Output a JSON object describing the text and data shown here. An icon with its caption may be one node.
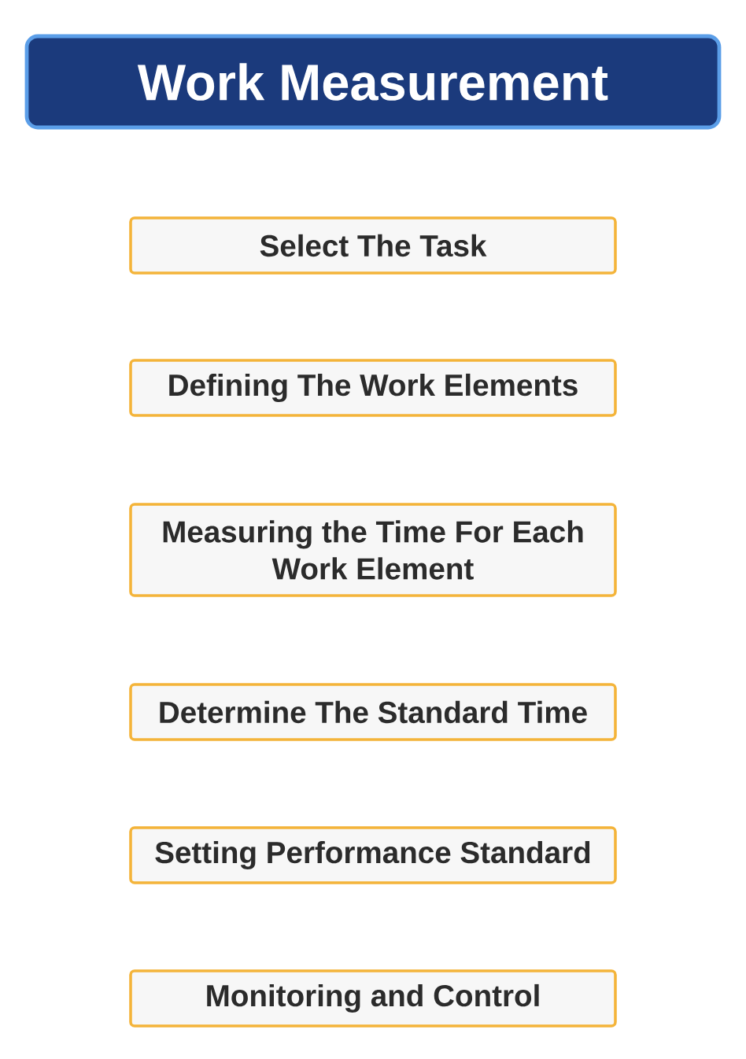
{
  "diagram": {
    "title": "Work Measurement",
    "nodes": [
      {
        "text": [
          "Select The Task"
        ]
      },
      {
        "text": [
          "Defining The Work Elements"
        ]
      },
      {
        "text": [
          "Measuring the Time For Each Work Element"
        ]
      },
      {
        "text": [
          "Determine The Standard Time"
        ]
      },
      {
        "text": [
          "Setting Performance Standard"
        ]
      },
      {
        "text": [
          "Monitoring and Control"
        ]
      }
    ]
  }
}
